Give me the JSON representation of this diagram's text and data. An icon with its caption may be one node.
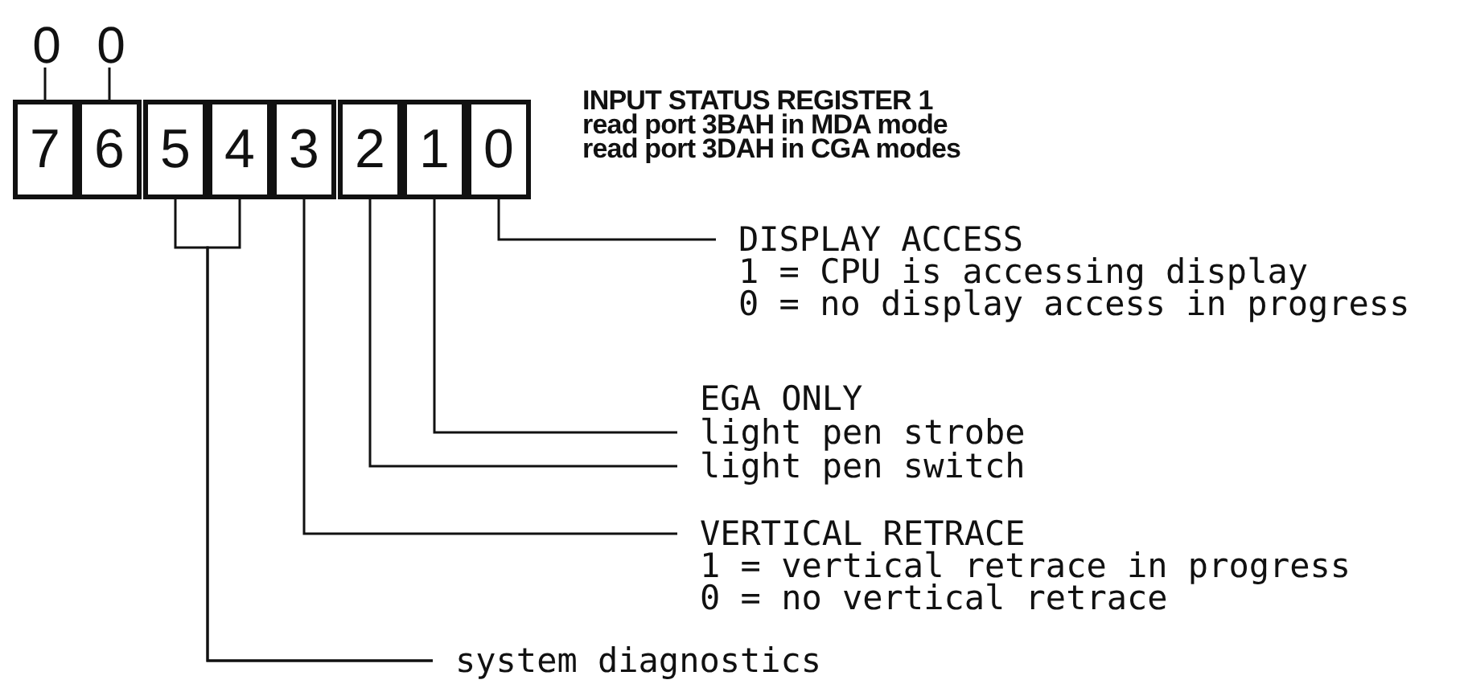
{
  "diagram": {
    "title": "INPUT STATUS REGISTER 1",
    "nodes": [
      {
        "text": [
          "7"
        ]
      },
      {
        "text": [
          "6"
        ]
      },
      {
        "text": [
          "5"
        ]
      },
      {
        "text": [
          "4"
        ]
      },
      {
        "text": [
          "3"
        ]
      },
      {
        "text": [
          "2"
        ]
      },
      {
        "text": [
          "1"
        ]
      },
      {
        "text": [
          "0"
        ]
      },
      {
        "text": [
          "0"
        ]
      },
      {
        "text": [
          "0"
        ]
      },
      {
        "text": [
          "DISPLAY ACCESS",
          "1 = CPU is accessing display",
          "0 = no display access in progress"
        ]
      },
      {
        "text": [
          "light pen strobe"
        ]
      },
      {
        "text": [
          "light pen switch"
        ]
      },
      {
        "text": [
          "VERTICAL RETRACE",
          "1 = vertical retrace in progress",
          "0 = no vertical retrace"
        ]
      },
      {
        "text": [
          "system diagnostics"
        ]
      }
    ],
    "edges": [
      {
        "from": 8,
        "to": 0,
        "arrow": "none"
      },
      {
        "from": 9,
        "to": 1,
        "arrow": "none"
      },
      {
        "from": 7,
        "to": 10,
        "arrow": "none"
      },
      {
        "from": 6,
        "to": 11,
        "arrow": "none"
      },
      {
        "from": 5,
        "to": 12,
        "arrow": "none"
      },
      {
        "from": 4,
        "to": 13,
        "arrow": "none"
      },
      {
        "from": 3,
        "to": 14,
        "arrow": "none"
      },
      {
        "from": 2,
        "to": 14,
        "arrow": "none"
      }
    ],
    "labels": [
      "read port 3BAH in MDA mode",
      "read port 3DAH in CGA modes",
      "EGA ONLY"
    ]
  }
}
